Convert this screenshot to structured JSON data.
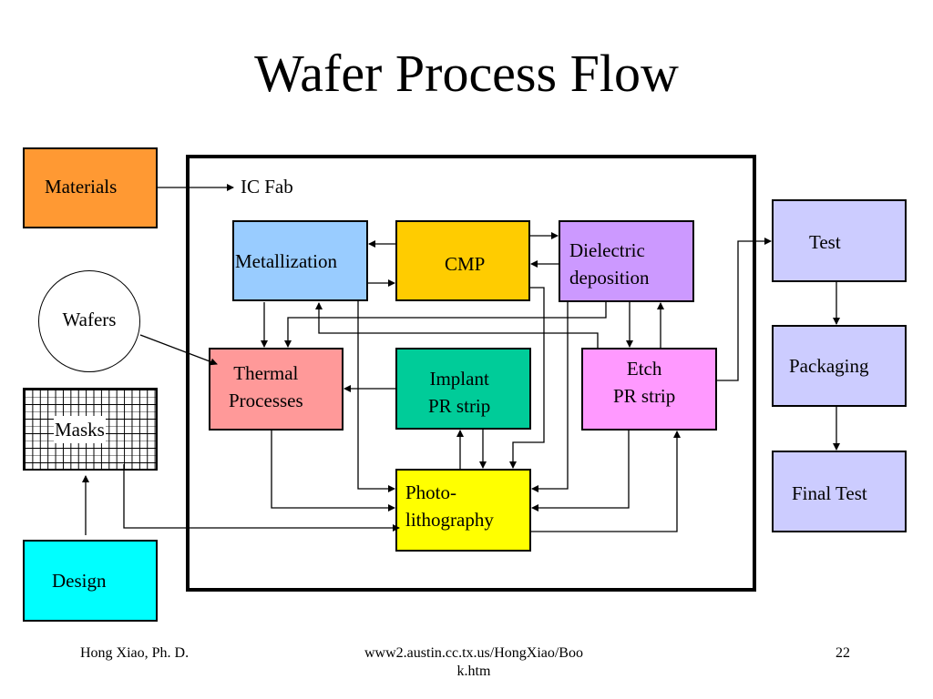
{
  "title": "Wafer Process Flow",
  "inputs": {
    "materials": "Materials",
    "wafers": "Wafers",
    "masks": "Masks",
    "design": "Design"
  },
  "ic_fab": {
    "label": "IC Fab",
    "steps": {
      "metallization": "Metallization",
      "cmp": "CMP",
      "dielectric": "Dielectric\ndeposition",
      "thermal": "Thermal\nProcesses",
      "implant": "Implant\nPR strip",
      "etch": "Etch\nPR strip",
      "photo": "Photo-\nlithography"
    }
  },
  "backend": {
    "test": "Test",
    "packaging": "Packaging",
    "final_test": "Final Test"
  },
  "colors": {
    "materials": "#FF9933",
    "metallization": "#99CCFF",
    "cmp": "#FFCC00",
    "dielectric": "#CC99FF",
    "thermal": "#FF9999",
    "implant": "#00CC99",
    "etch": "#FF99FF",
    "photo": "#FFFF00",
    "design": "#00FFFF",
    "backend": "#CCCCFF"
  },
  "footer": {
    "author": "Hong Xiao, Ph. D.",
    "url": "www2.austin.cc.tx.us/HongXiao/Boo\nk.htm",
    "page": "22"
  }
}
